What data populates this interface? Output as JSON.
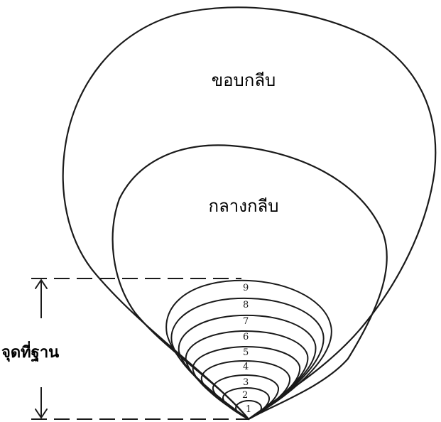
{
  "labels": {
    "outer_region": "ขอบกลีบ",
    "middle_region": "กลางกลีบ",
    "base_bracket": "จุดที่ฐาน"
  },
  "base_contours": [
    "1",
    "2",
    "3",
    "4",
    "5",
    "6",
    "7",
    "8",
    "9"
  ],
  "stroke_color": "#1a1a1a"
}
